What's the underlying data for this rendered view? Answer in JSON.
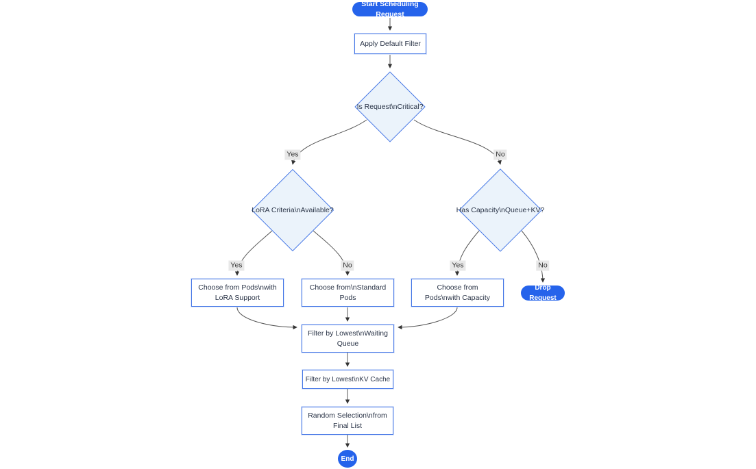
{
  "diagram_type": "flowchart",
  "colors": {
    "accent_blue": "#2563EB",
    "node_border": "#4577E6",
    "diamond_fill": "#EBF3FB",
    "node_fill": "#FFFFFF",
    "edge_color": "#555555",
    "edge_label_bg": "#E8E8E8",
    "text_color": "#2A3447"
  },
  "nodes": {
    "start": {
      "label": "Start Scheduling Request",
      "shape": "pill"
    },
    "apply_filter": {
      "label": "Apply Default Filter",
      "shape": "rect"
    },
    "is_critical": {
      "label": "Is Request\\nCritical?",
      "shape": "diamond"
    },
    "lora_available": {
      "label": "LoRA Criteria\\nAvailable?",
      "shape": "diamond"
    },
    "has_capacity": {
      "label": "Has Capacity\\nQueue+KV?",
      "shape": "diamond"
    },
    "choose_lora": {
      "label": "Choose from Pods\\nwith LoRA Support",
      "shape": "rect"
    },
    "choose_standard": {
      "label": "Choose from\\nStandard Pods",
      "shape": "rect"
    },
    "choose_capacity": {
      "label": "Choose from Pods\\nwith Capacity",
      "shape": "rect"
    },
    "drop_request": {
      "label": "Drop Request",
      "shape": "pill"
    },
    "filter_queue": {
      "label": "Filter by Lowest\\nWaiting Queue",
      "shape": "rect"
    },
    "filter_kv": {
      "label": "Filter by Lowest\\nKV Cache",
      "shape": "rect"
    },
    "random_selection": {
      "label": "Random Selection\\nfrom Final List",
      "shape": "rect"
    },
    "end": {
      "label": "End",
      "shape": "circle"
    }
  },
  "edge_labels": {
    "critical_yes": "Yes",
    "critical_no": "No",
    "lora_yes": "Yes",
    "lora_no": "No",
    "capacity_yes": "Yes",
    "capacity_no": "No"
  }
}
